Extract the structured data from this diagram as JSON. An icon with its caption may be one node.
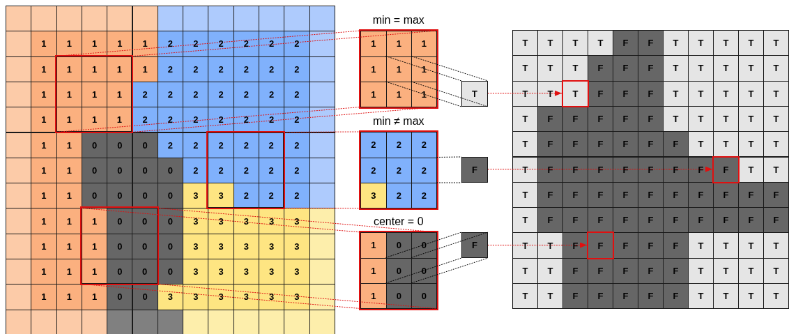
{
  "diagram": {
    "nodes": [
      {
        "text": [
          "1",
          "1",
          "1",
          "1",
          "1",
          "1",
          "1",
          "1",
          "1"
        ]
      },
      {
        "text": [
          "min = max",
          "1",
          "1",
          "1",
          "1",
          "1",
          "1",
          "1",
          "1",
          "1"
        ]
      },
      {
        "text": [
          "T"
        ]
      },
      {
        "text": [
          "T"
        ]
      },
      {
        "text": [
          "2",
          "2",
          "2",
          "2",
          "2",
          "2",
          "3",
          "2",
          "2"
        ]
      },
      {
        "text": [
          "min ≠ max",
          "2",
          "2",
          "2",
          "2",
          "2",
          "2",
          "3",
          "2",
          "2"
        ]
      },
      {
        "text": [
          "F"
        ]
      },
      {
        "text": [
          "F"
        ]
      },
      {
        "text": [
          "1",
          "0",
          "0",
          "1",
          "0",
          "0",
          "1",
          "0",
          "0"
        ]
      },
      {
        "text": [
          "center = 0",
          "1",
          "0",
          "0",
          "1",
          "0",
          "0",
          "1",
          "0",
          "0"
        ]
      },
      {
        "text": [
          "F"
        ]
      },
      {
        "text": [
          "F"
        ]
      }
    ],
    "edges": [
      {
        "from": 0,
        "to": 1,
        "arrow": "none",
        "style": "dashed"
      },
      {
        "from": 0,
        "to": 1,
        "arrow": "none",
        "style": "dashed"
      },
      {
        "from": 0,
        "to": 1,
        "arrow": "none",
        "style": "dashed"
      },
      {
        "from": 0,
        "to": 1,
        "arrow": "none",
        "style": "dashed"
      },
      {
        "from": 1,
        "to": 2,
        "arrow": "none",
        "style": "dashed",
        "color": "#000000"
      },
      {
        "from": 1,
        "to": 2,
        "arrow": "none",
        "style": "dashed",
        "color": "#000000"
      },
      {
        "from": 1,
        "to": 2,
        "arrow": "none",
        "style": "dashed",
        "color": "#000000"
      },
      {
        "from": 1,
        "to": 2,
        "arrow": "none",
        "style": "dashed",
        "color": "#000000"
      },
      {
        "from": 2,
        "to": 3,
        "arrow": "to",
        "style": "dashed"
      },
      {
        "from": 4,
        "to": 5,
        "arrow": "none",
        "style": "dashed"
      },
      {
        "from": 4,
        "to": 5,
        "arrow": "none",
        "style": "dashed"
      },
      {
        "from": 5,
        "to": 6,
        "arrow": "none",
        "style": "dashed",
        "color": "#000000"
      },
      {
        "from": 5,
        "to": 6,
        "arrow": "none",
        "style": "dashed",
        "color": "#000000"
      },
      {
        "from": 6,
        "to": 7,
        "arrow": "to",
        "style": "dashed"
      },
      {
        "from": 8,
        "to": 9,
        "arrow": "none",
        "style": "dashed"
      },
      {
        "from": 8,
        "to": 9,
        "arrow": "none",
        "style": "dashed"
      },
      {
        "from": 8,
        "to": 9,
        "arrow": "none",
        "style": "dashed"
      },
      {
        "from": 8,
        "to": 9,
        "arrow": "none",
        "style": "dashed"
      },
      {
        "from": 9,
        "to": 10,
        "arrow": "none",
        "style": "dashed",
        "color": "#000000"
      },
      {
        "from": 9,
        "to": 10,
        "arrow": "none",
        "style": "dashed",
        "color": "#000000"
      },
      {
        "from": 9,
        "to": 10,
        "arrow": "none",
        "style": "dashed",
        "color": "#000000"
      },
      {
        "from": 9,
        "to": 10,
        "arrow": "none",
        "style": "dashed",
        "color": "#000000"
      },
      {
        "from": 10,
        "to": 11,
        "arrow": "to",
        "style": "dashed"
      }
    ],
    "labels": [
      "1",
      "1",
      "1",
      "1",
      "1",
      "2",
      "2",
      "2",
      "2",
      "2",
      "2",
      "1",
      "1",
      "2",
      "2",
      "2",
      "2",
      "2",
      "2",
      "1",
      "2",
      "2",
      "2",
      "2",
      "2",
      "2",
      "2",
      "1",
      "2",
      "2",
      "2",
      "2",
      "2",
      "2",
      "2",
      "1",
      "1",
      "0",
      "0",
      "0",
      "2",
      "2",
      "2",
      "1",
      "1",
      "0",
      "0",
      "0",
      "0",
      "2",
      "2",
      "1",
      "1",
      "0",
      "0",
      "0",
      "0",
      "3",
      "2",
      "1",
      "1",
      "0",
      "3",
      "3",
      "3",
      "3",
      "3",
      "1",
      "1",
      "0",
      "3",
      "3",
      "3",
      "3",
      "3",
      "1",
      "1",
      "0",
      "3",
      "3",
      "3",
      "3",
      "3",
      "1",
      "1",
      "1",
      "0",
      "0",
      "3",
      "3",
      "3",
      "3",
      "3",
      "3",
      "T",
      "T",
      "T",
      "T",
      "F",
      "F",
      "T",
      "T",
      "T",
      "T",
      "T",
      "T",
      "T",
      "T",
      "F",
      "F",
      "F",
      "T",
      "T",
      "T",
      "T",
      "T",
      "T",
      "T",
      "F",
      "F",
      "F",
      "T",
      "T",
      "T",
      "T",
      "T",
      "T",
      "F",
      "F",
      "F",
      "F",
      "F",
      "T",
      "T",
      "T",
      "T",
      "T",
      "T",
      "F",
      "F",
      "F",
      "F",
      "F",
      "F",
      "T",
      "T",
      "T",
      "T",
      "T",
      "F",
      "F",
      "F",
      "F",
      "F",
      "F",
      "F",
      "T",
      "T",
      "T",
      "F",
      "F",
      "F",
      "F",
      "F",
      "F",
      "F",
      "F",
      "F",
      "F",
      "T",
      "F",
      "F",
      "F",
      "F",
      "F",
      "F",
      "F",
      "F",
      "F",
      "F",
      "T",
      "T",
      "F",
      "F",
      "F",
      "F",
      "T",
      "T",
      "T",
      "T",
      "T",
      "T",
      "F",
      "F",
      "F",
      "F",
      "F",
      "T",
      "T",
      "T",
      "T",
      "T",
      "T",
      "F",
      "F",
      "F",
      "F",
      "F",
      "T",
      "T",
      "T",
      "T"
    ]
  }
}
